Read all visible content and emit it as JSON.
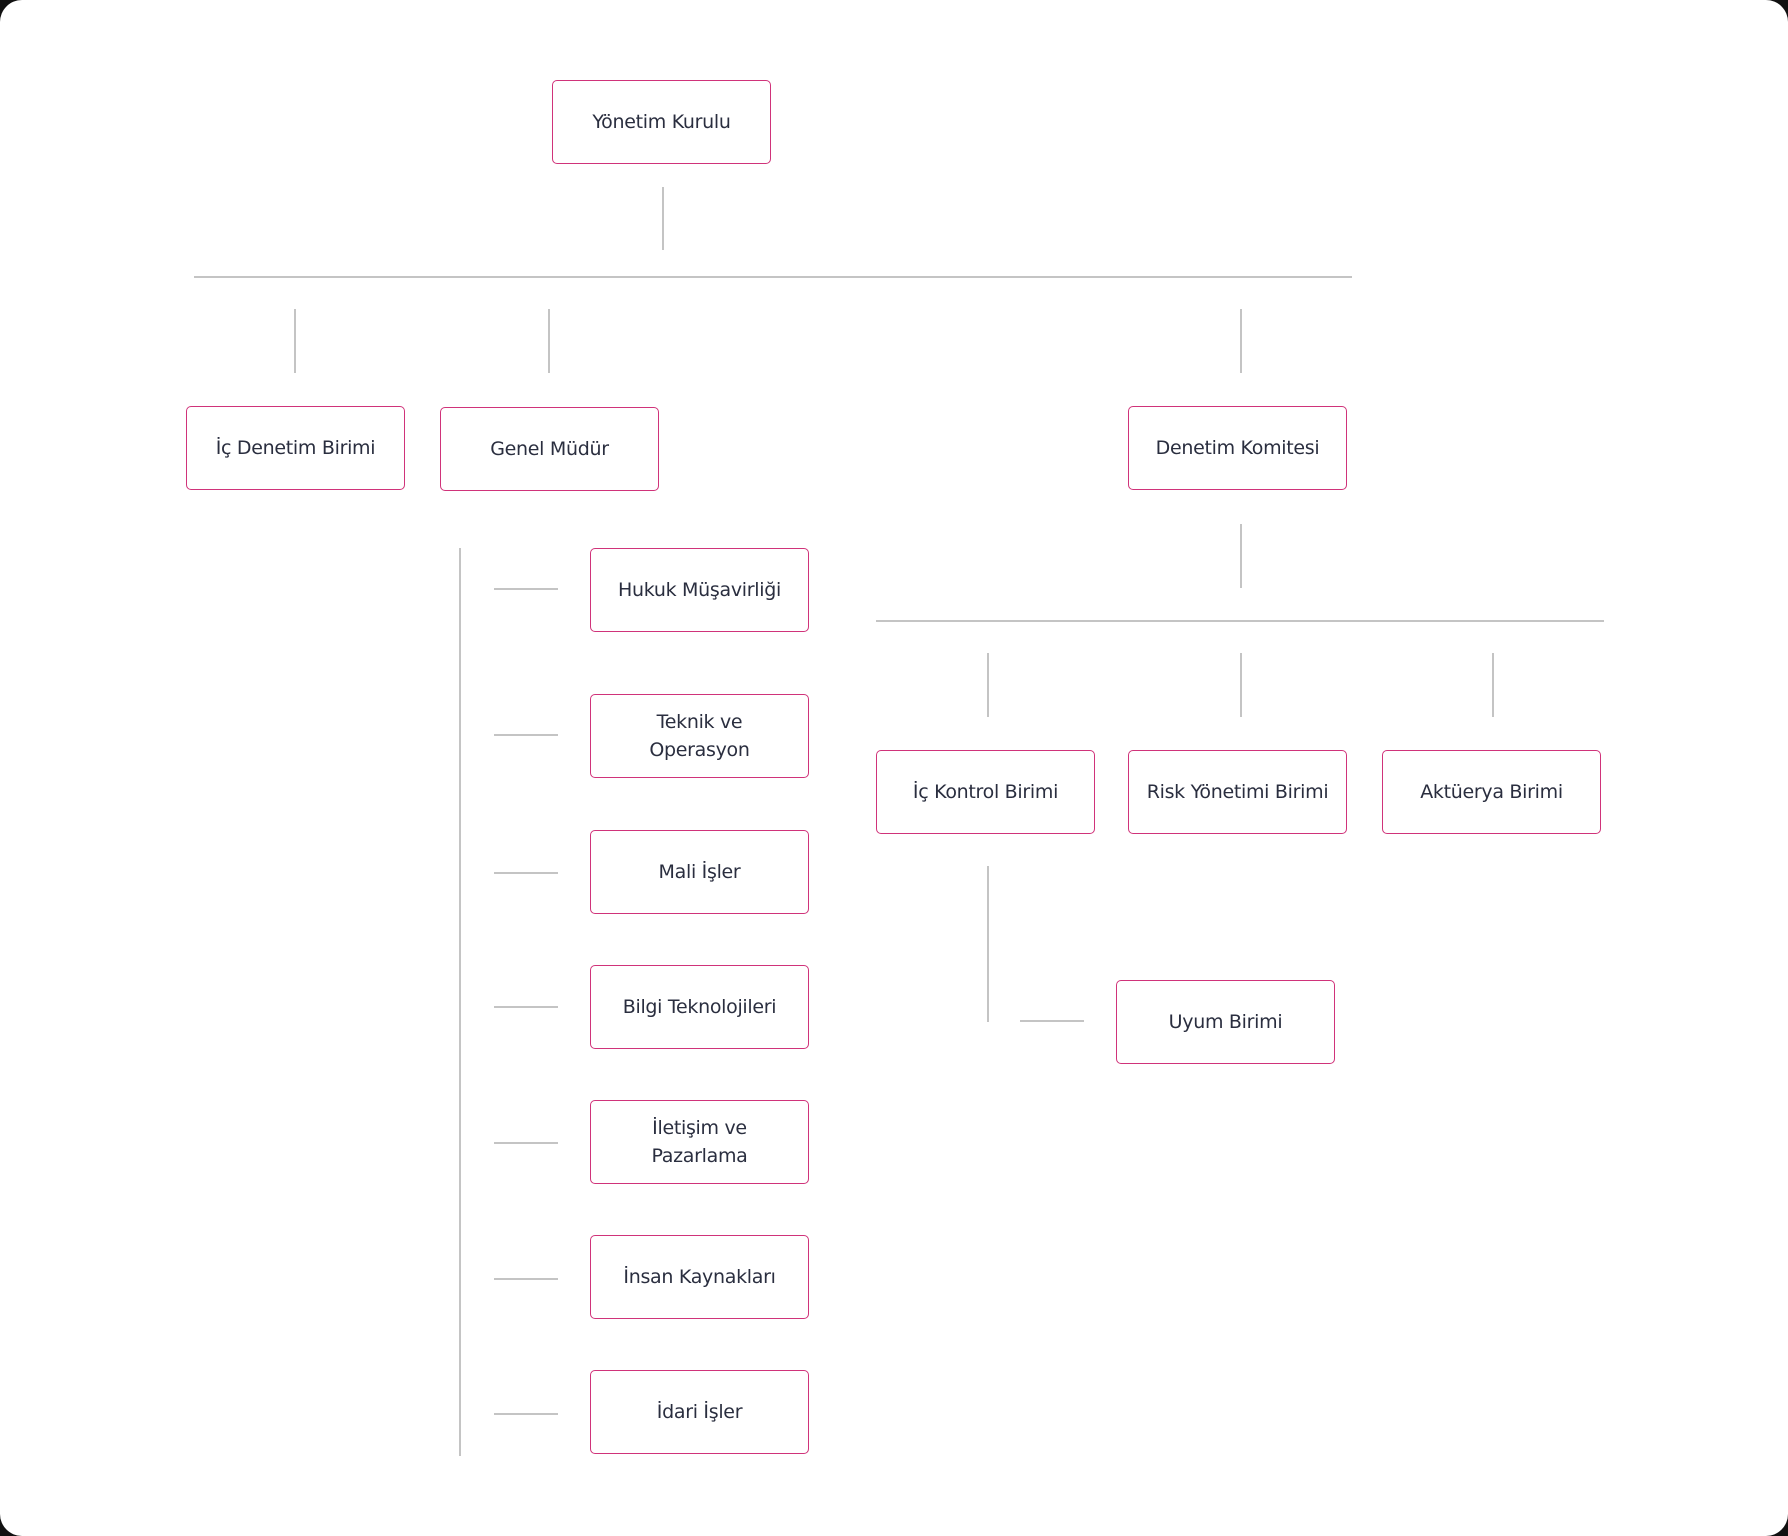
{
  "colors": {
    "node_border": "#d0337a",
    "connector": "#c4c4c4",
    "text": "#2a2e3f",
    "background": "#ffffff"
  },
  "nodes": {
    "yonetim_kurulu": "Yönetim Kurulu",
    "ic_denetim_birimi": "İç Denetim Birimi",
    "genel_mudur": "Genel Müdür",
    "denetim_komitesi": "Denetim Komitesi",
    "hukuk_musavirligi": "Hukuk Müşavirliği",
    "teknik_ve_operasyon": "Teknik ve Operasyon",
    "mali_isler": "Mali İşler",
    "bilgi_teknolojileri": "Bilgi Teknolojileri",
    "iletisim_ve_pazarlama": "İletişim ve Pazarlama",
    "insan_kaynaklari": "İnsan Kaynakları",
    "idari_isler": "İdari İşler",
    "ic_kontrol_birimi": "İç Kontrol Birimi",
    "risk_yonetimi_birimi": "Risk Yönetimi Birimi",
    "akturya_birimi": "Aktüerya Birimi",
    "uyum_birimi": "Uyum Birimi"
  }
}
